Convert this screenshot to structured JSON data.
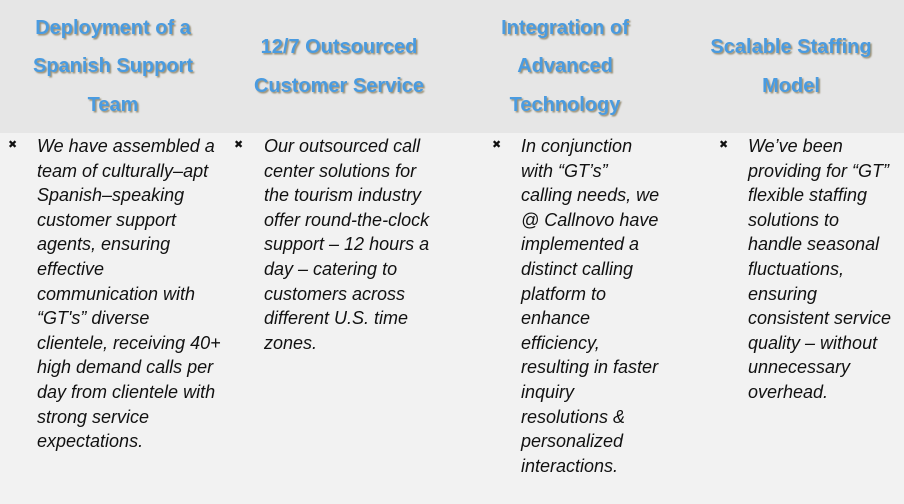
{
  "columns": [
    {
      "title": "Deployment of a Spanish Support Team",
      "bullet_icon": "x-mark-icon",
      "body": "We have assembled a team of culturally–apt Spanish–speaking customer support agents, ensuring effective communication with “GT's” diverse clientele, receiving 40+ high demand calls per day from clientele with strong service expectations."
    },
    {
      "title": "12/7 Outsourced Customer Service",
      "bullet_icon": "x-mark-icon",
      "body": "Our outsourced call center solutions for the tourism industry offer round-the-clock support – 12 hours a day – catering to customers across different U.S. time zones."
    },
    {
      "title": "Integration of Advanced Technology",
      "bullet_icon": "x-mark-icon",
      "body": "In conjunction with “GT’s” calling needs, we @ Callnovo have implemented a distinct calling platform to enhance efficiency, resulting in faster inquiry resolutions & personalized interactions."
    },
    {
      "title": "Scalable Staffing Model",
      "bullet_icon": "x-mark-icon",
      "body": "We’ve been providing for “GT” flexible staffing solutions to handle seasonal fluctuations, ensuring consistent service quality – without unnecessary overhead."
    }
  ],
  "colors": {
    "title": "#4a9be0",
    "header_band": "#e6e6e6",
    "body_background": "#f2f2f2",
    "body_text": "#111111"
  }
}
